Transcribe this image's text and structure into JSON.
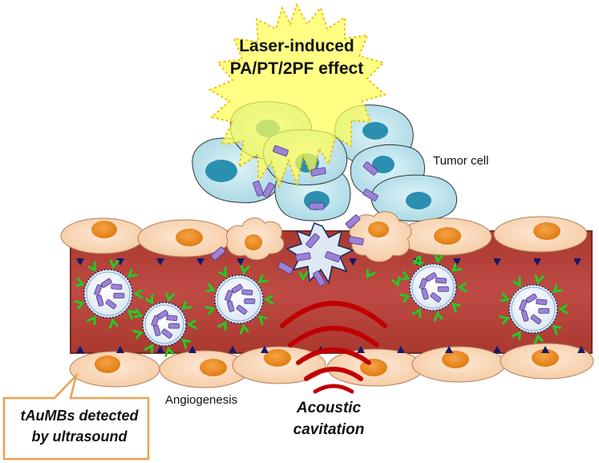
{
  "labels": {
    "laser_line1": "Laser-induced",
    "laser_line2": "PA/PT/2PF effect",
    "tumor_cell": "Tumor cell",
    "angiogenesis": "Angiogenesis",
    "acoustic_line1": "Acoustic",
    "acoustic_line2": "cavitation",
    "tau_line1": "tAuMBs detected",
    "tau_line2": "by ultrasound"
  },
  "colors": {
    "vessel": "#b5413e",
    "endothelial_cell": "#fbd9bd",
    "nucleus": "#ee8a1d",
    "tumor_cell": "#bfe4ec",
    "tumor_nucleus": "#2b8fb0",
    "laser_burst": "#ffff66",
    "nanorod": "#9b82d6",
    "ligand": "#22cc22",
    "triangle_marker": "#12196b",
    "wave": "#c00000",
    "callout_border": "#f0a050"
  },
  "icons": {
    "burst": "laser-burst-icon",
    "microbubble": "microbubble-icon",
    "nanorod": "nanorod-icon",
    "wave": "acoustic-wave-icon"
  }
}
